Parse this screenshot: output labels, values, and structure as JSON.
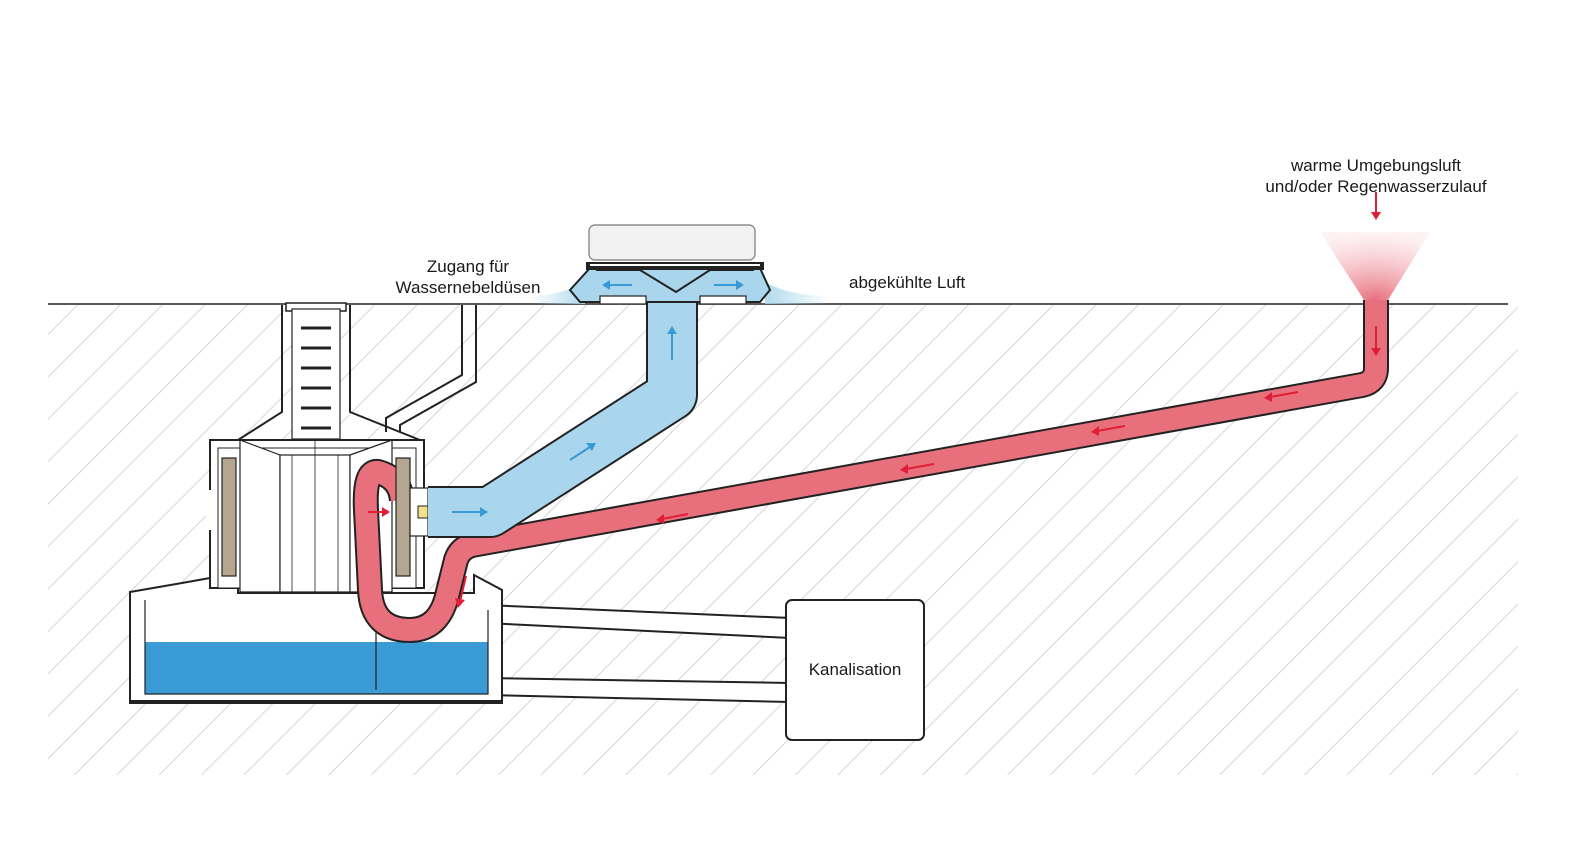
{
  "labels": {
    "warm_air_line1": "warme Umgebungsluft",
    "warm_air_line2": "und/oder Regenwasserzulauf",
    "access_line1": "Zugang für",
    "access_line2": "Wassernebeldüsen",
    "cooled_air": "abgekühlte Luft",
    "sewer": "Kanalisation"
  },
  "colors": {
    "warm_flow": "#e8707c",
    "warm_arrow": "#e01e37",
    "cool_flow": "#a9d6ec",
    "cool_arrow": "#3a9ad6",
    "water": "#3a9bd5",
    "outline": "#222222",
    "hatch": "#d9d9d9",
    "filter": "#b5a78f"
  },
  "icons": {
    "warm_arrow": "red-arrow-icon",
    "cool_arrow": "blue-arrow-icon"
  }
}
